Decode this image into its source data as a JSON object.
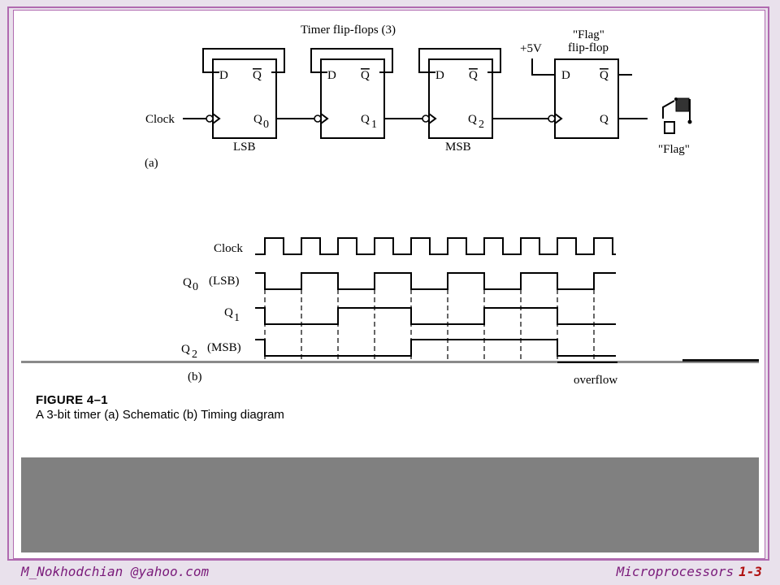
{
  "schematic": {
    "group_title": "Timer flip-flops (3)",
    "clock_label": "Clock",
    "ff_d": "D",
    "ff_qbar": "Q",
    "ff_q_outputs": [
      "Q",
      "Q",
      "Q",
      "Q"
    ],
    "ff_q_subscripts": [
      "0",
      "1",
      "2",
      ""
    ],
    "lsb_label": "LSB",
    "msb_label": "MSB",
    "supply_label": "+5V",
    "flag_ff_title_1": "\"Flag\"",
    "flag_ff_title_2": "flip-flop",
    "flag_output_label": "\"Flag\"",
    "part_label": "(a)"
  },
  "timing": {
    "clock_label": "Clock",
    "q0_label": "Q",
    "q0_sub": "0",
    "q0_suffix": "(LSB)",
    "q1_label": "Q",
    "q1_sub": "1",
    "q2_label": "Q",
    "q2_sub": "2",
    "q2_suffix": "(MSB)",
    "overflow_label": "overflow",
    "part_label": "(b)"
  },
  "caption": {
    "title": "FIGURE 4–1",
    "text": "A 3-bit timer (a) Schematic (b) Timing diagram"
  },
  "footer": {
    "email": "M_Nokhodchian @yahoo.com",
    "course": "Microprocessors",
    "page": "1-3"
  }
}
